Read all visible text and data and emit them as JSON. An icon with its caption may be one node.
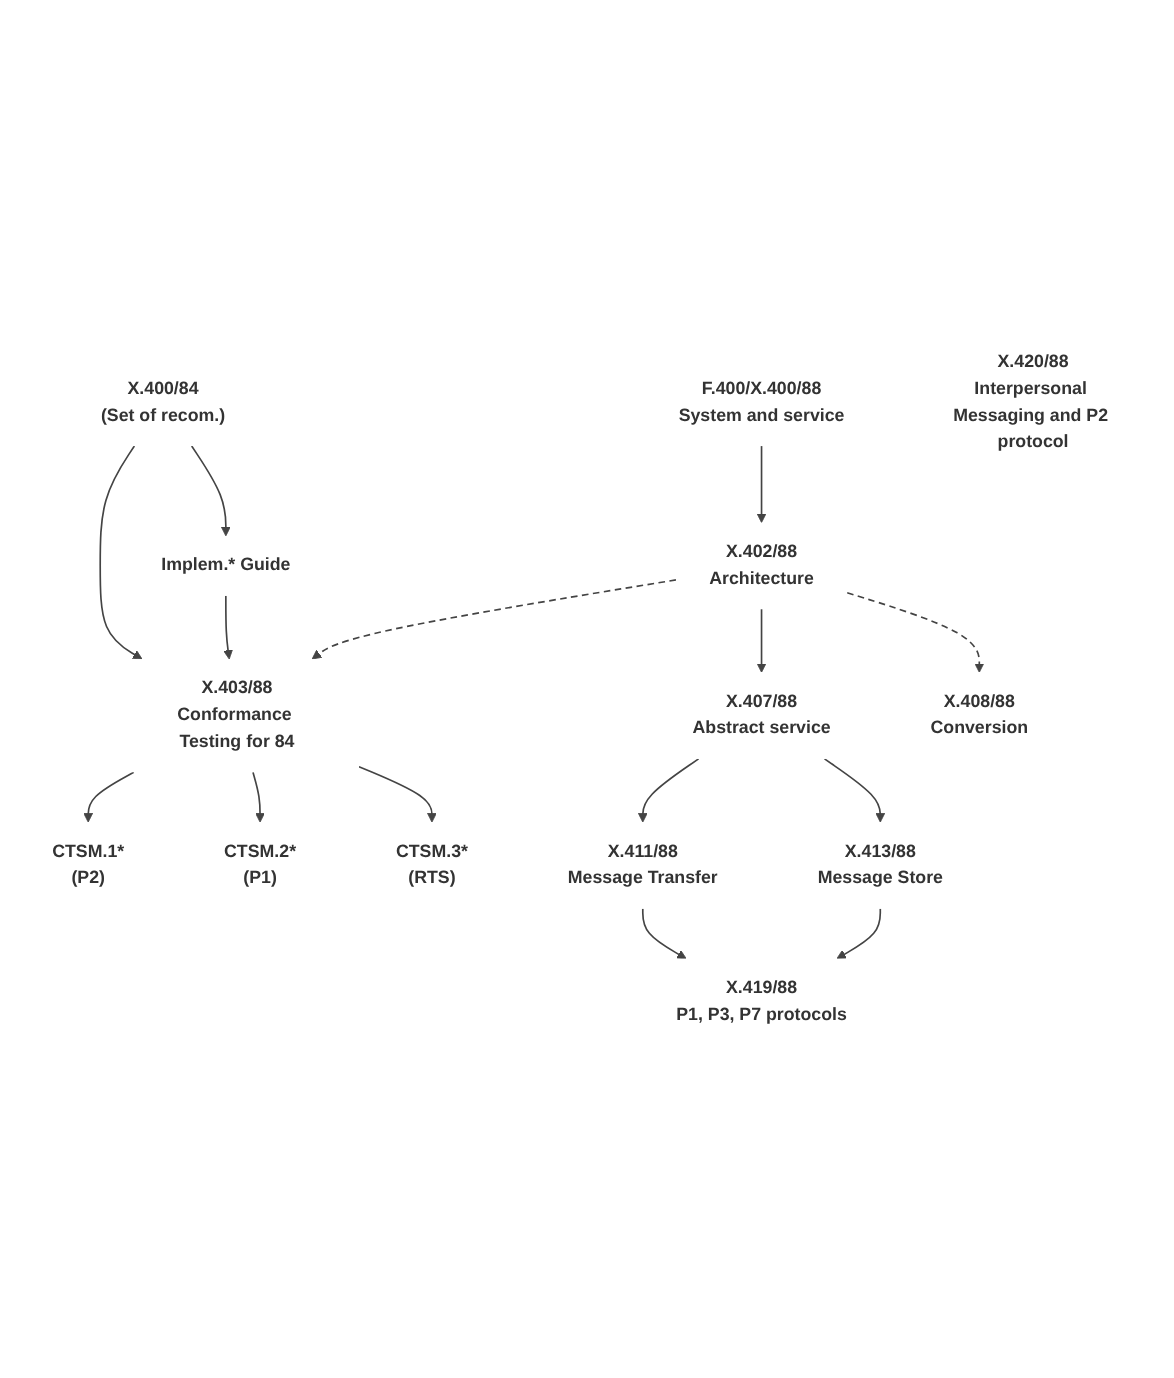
{
  "diagram": {
    "nodes": [
      {
        "text": [
          "X.400/84",
          "(Set of recom.)"
        ]
      },
      {
        "text": [
          "F.400/X.400/88",
          "System and service"
        ]
      },
      {
        "text": [
          "Implem.* Guide"
        ]
      },
      {
        "text": [
          "X.402/88",
          "Architecture"
        ]
      },
      {
        "text": [
          "X.403/88",
          "Conformance Testing for 84"
        ]
      },
      {
        "text": [
          "X.407/88",
          "Abstract service"
        ]
      },
      {
        "text": [
          "X.408/88",
          "Conversion"
        ]
      },
      {
        "text": [
          "CTSM.1*",
          "(P2)"
        ]
      },
      {
        "text": [
          "CTSM.2*",
          "(P1)"
        ]
      },
      {
        "text": [
          "CTSM.3*",
          "(RTS)"
        ]
      },
      {
        "text": [
          "X.411/88",
          "Message Transfer"
        ]
      },
      {
        "text": [
          "X.413/88",
          "Message Store"
        ]
      },
      {
        "text": [
          "X.419/88",
          "P1, P3, P7 protocols"
        ]
      },
      {
        "text": [
          "X.420/88",
          "Interpersonal Messaging and P2 protocol"
        ]
      }
    ],
    "edges": [
      {
        "from": 0,
        "to": 2,
        "arrow": "to"
      },
      {
        "from": 0,
        "to": 4,
        "arrow": "to"
      },
      {
        "from": 2,
        "to": 4,
        "arrow": "to"
      },
      {
        "from": 1,
        "to": 3,
        "arrow": "to"
      },
      {
        "from": 3,
        "to": 4,
        "arrow": "to",
        "style": "dashed"
      },
      {
        "from": 3,
        "to": 5,
        "arrow": "to"
      },
      {
        "from": 3,
        "to": 6,
        "arrow": "to",
        "style": "dashed"
      },
      {
        "from": 4,
        "to": 7,
        "arrow": "to"
      },
      {
        "from": 4,
        "to": 8,
        "arrow": "to"
      },
      {
        "from": 4,
        "to": 9,
        "arrow": "to"
      },
      {
        "from": 5,
        "to": 10,
        "arrow": "to"
      },
      {
        "from": 5,
        "to": 11,
        "arrow": "to"
      },
      {
        "from": 10,
        "to": 12,
        "arrow": "to"
      },
      {
        "from": 11,
        "to": 12,
        "arrow": "to"
      }
    ]
  }
}
